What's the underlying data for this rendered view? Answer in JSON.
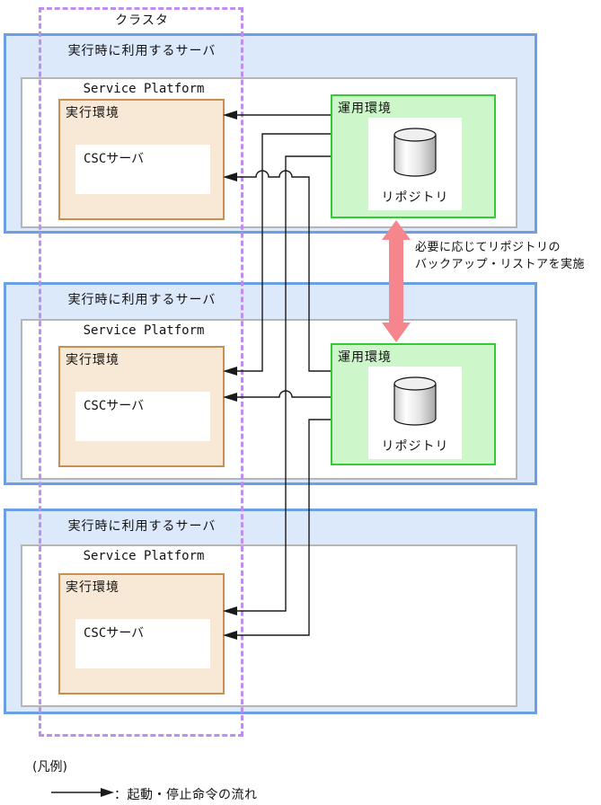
{
  "cluster": {
    "label": "クラスタ"
  },
  "sections": [
    {
      "server_title": "実行時に利用するサーバ",
      "platform_label": "Service Platform",
      "exec_env_label": "実行環境",
      "csc_label": "CSCサーバ"
    },
    {
      "server_title": "実行時に利用するサーバ",
      "platform_label": "Service Platform",
      "exec_env_label": "実行環境",
      "csc_label": "CSCサーバ"
    },
    {
      "server_title": "実行時に利用するサーバ",
      "platform_label": "Service Platform",
      "exec_env_label": "実行環境",
      "csc_label": "CSCサーバ"
    }
  ],
  "operation_environments": [
    {
      "label": "運用環境",
      "repository_label": "リポジトリ"
    },
    {
      "label": "運用環境",
      "repository_label": "リポジトリ"
    }
  ],
  "backup_note": {
    "line1": "必要に応じてリポジトリの",
    "line2": "バックアップ・リストアを実施"
  },
  "legend": {
    "title": "(凡例)",
    "flow_label": "：起動・停止命令の流れ"
  },
  "colors": {
    "section_border": "#6ba1e4",
    "section_fill": "#dbe9fb",
    "platform_border": "#b5b5b5",
    "exec_border": "#c88f52",
    "exec_fill": "#f8e9d6",
    "operation_border": "#35cb35",
    "operation_fill": "#cdf6cb",
    "cluster_dash": "#bf8ef0",
    "backup_arrow": "#f5868d",
    "flow_line": "#1a1a1a"
  },
  "icons": {
    "repository": "database-cylinder-icon",
    "backup": "backup-restore-double-arrow",
    "flow": "flow-arrow-icon"
  }
}
